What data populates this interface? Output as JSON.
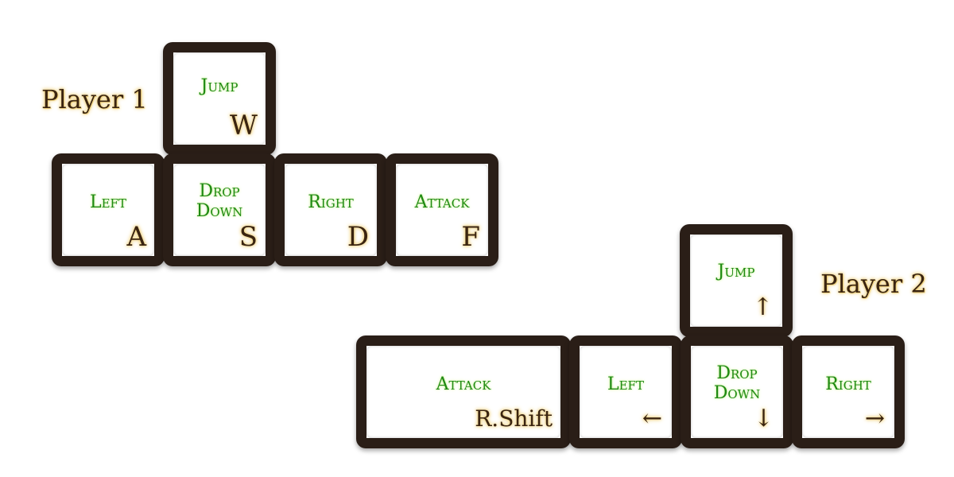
{
  "player1": {
    "label": "Player 1",
    "keys": {
      "jump": {
        "action": "Jump",
        "key": "W"
      },
      "left": {
        "action": "Left",
        "key": "A"
      },
      "drop": {
        "action_line1": "Drop",
        "action_line2": "Down",
        "key": "S"
      },
      "right": {
        "action": "Right",
        "key": "D"
      },
      "attack": {
        "action": "Attack",
        "key": "F"
      }
    }
  },
  "player2": {
    "label": "Player 2",
    "keys": {
      "jump": {
        "action": "Jump",
        "key": "↑"
      },
      "attack": {
        "action": "Attack",
        "key": "R.Shift"
      },
      "left": {
        "action": "Left",
        "key": "←"
      },
      "drop": {
        "action_line1": "Drop",
        "action_line2": "Down",
        "key": "↓"
      },
      "right": {
        "action": "Right",
        "key": "→"
      }
    }
  }
}
